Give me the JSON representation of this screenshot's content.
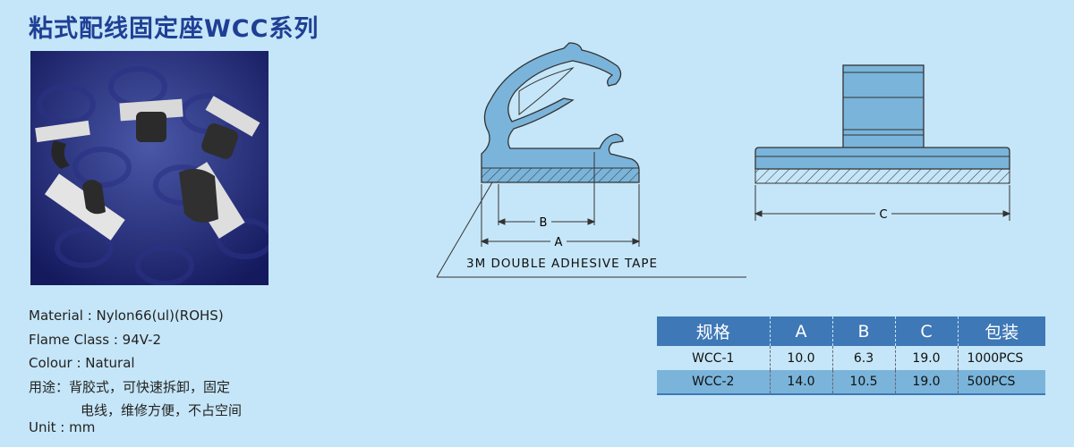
{
  "title": "粘式配线固定座WCC系列",
  "properties": {
    "material": "Material : Nylon66(ul)(ROHS)",
    "flame": "Flame Class : 94V-2",
    "colour": "Colour : Natural",
    "use_line1": "用途：背胶式，可快速拆卸，固定",
    "use_line2": "电线，维修方便，不占空间",
    "unit": "Unit : mm"
  },
  "diagram": {
    "label_a": "A",
    "label_b": "B",
    "label_c": "C",
    "tape_label": "3M DOUBLE ADHESIVE TAPE"
  },
  "table": {
    "headers": [
      "规格",
      "A",
      "B",
      "C",
      "包装"
    ],
    "rows": [
      [
        "WCC-1",
        "10.0",
        "6.3",
        "19.0",
        "1000PCS"
      ],
      [
        "WCC-2",
        "14.0",
        "10.5",
        "19.0",
        "500PCS"
      ]
    ]
  },
  "colors": {
    "background": "#c5e6f8",
    "title": "#1f3f95",
    "part_fill": "#7ab4da",
    "table_header": "#3e78b6"
  }
}
